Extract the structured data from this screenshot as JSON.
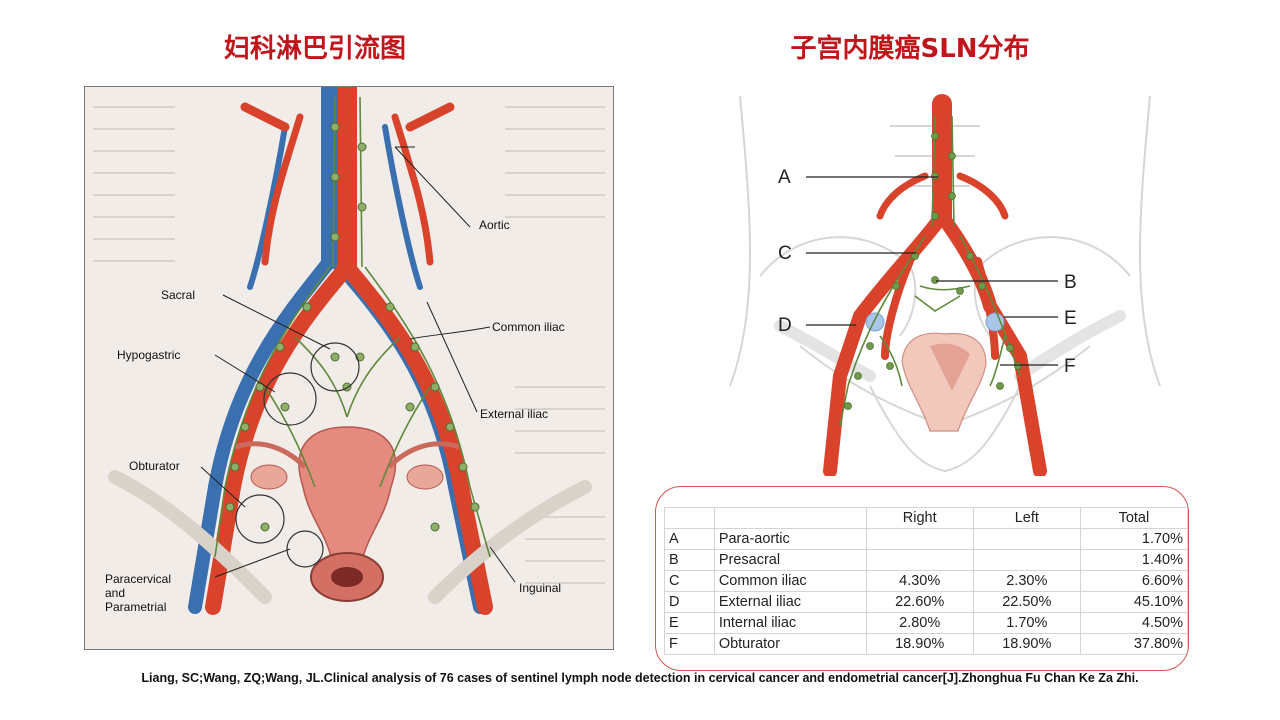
{
  "titles": {
    "left": "妇科淋巴引流图",
    "right": "子宫内膜癌SLN分布"
  },
  "left_diagram": {
    "labels": {
      "aortic": "Aortic",
      "sacral": "Sacral",
      "common_iliac": "Common iliac",
      "hypogastric": "Hypogastric",
      "external_iliac": "External iliac",
      "obturator": "Obturator",
      "paracervical_1": "Paracervical",
      "paracervical_2": "and",
      "paracervical_3": "Parametrial",
      "inguinal": "Inguinal"
    }
  },
  "right_diagram": {
    "letters": [
      "A",
      "B",
      "C",
      "D",
      "E",
      "F"
    ]
  },
  "table": {
    "headers": [
      "",
      "",
      "Right",
      "Left",
      "Total"
    ],
    "rows": [
      {
        "key": "A",
        "site": "Para-aortic",
        "right": "",
        "left": "",
        "total": "1.70%"
      },
      {
        "key": "B",
        "site": "Presacral",
        "right": "",
        "left": "",
        "total": "1.40%"
      },
      {
        "key": "C",
        "site": "Common iliac",
        "right": "4.30%",
        "left": "2.30%",
        "total": "6.60%"
      },
      {
        "key": "D",
        "site": "External iliac",
        "right": "22.60%",
        "left": "22.50%",
        "total": "45.10%"
      },
      {
        "key": "E",
        "site": "Internal iliac",
        "right": "2.80%",
        "left": "1.70%",
        "total": "4.50%"
      },
      {
        "key": "F",
        "site": "Obturator",
        "right": "18.90%",
        "left": "18.90%",
        "total": "37.80%"
      }
    ]
  },
  "citation": "Liang, SC;Wang, ZQ;Wang, JL.Clinical analysis of 76 cases of sentinel lymph node detection in cervical cancer and endometrial cancer[J].Zhonghua Fu Chan Ke Za Zhi.",
  "colors": {
    "title_red": "#c0151b",
    "artery": "#d9432b",
    "vein": "#3a6fb0",
    "node_green": "#5f8a3c",
    "frame_red": "#d9534f"
  }
}
